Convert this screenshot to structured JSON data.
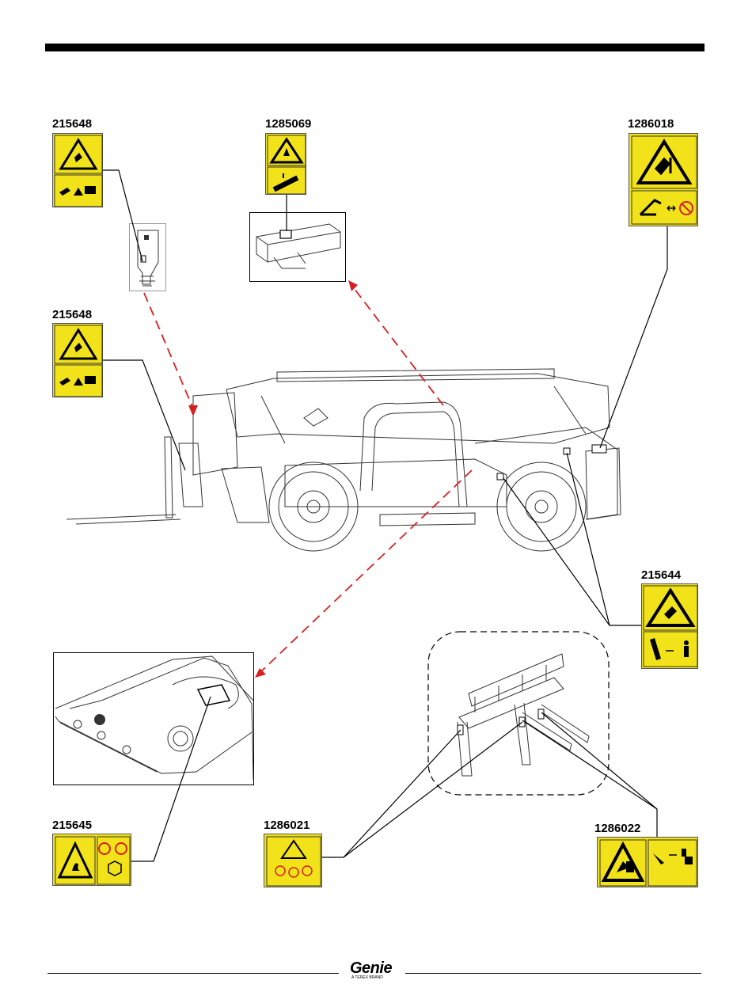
{
  "decals": [
    {
      "id": "d1",
      "part_number": "215648"
    },
    {
      "id": "d2",
      "part_number": "1285069"
    },
    {
      "id": "d3",
      "part_number": "1286018"
    },
    {
      "id": "d4",
      "part_number": "215648"
    },
    {
      "id": "d5",
      "part_number": "215644"
    },
    {
      "id": "d6",
      "part_number": "215645"
    },
    {
      "id": "d7",
      "part_number": "1286021"
    },
    {
      "id": "d8",
      "part_number": "1286022"
    }
  ],
  "footer": {
    "logo": "Genie",
    "logo_sub": "A TEREX BRAND"
  },
  "colors": {
    "decal_yellow": "#f2e21a",
    "leader_red": "#d62020",
    "line": "#000000"
  }
}
